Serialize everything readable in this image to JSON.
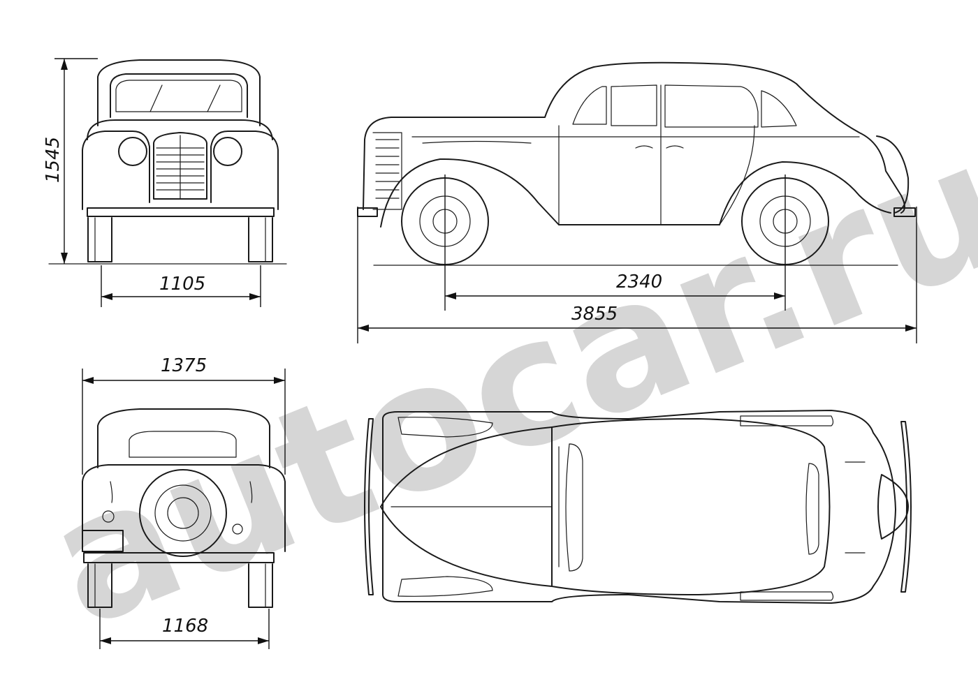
{
  "dimensions": {
    "height": "1545",
    "front_track": "1105",
    "wheelbase": "2340",
    "length": "3855",
    "width": "1375",
    "rear_track": "1168"
  },
  "watermark": {
    "text": "autocar.ru",
    "color": "#c9c9c9"
  },
  "colors": {
    "line": "#1a1a1a",
    "background": "#ffffff"
  }
}
